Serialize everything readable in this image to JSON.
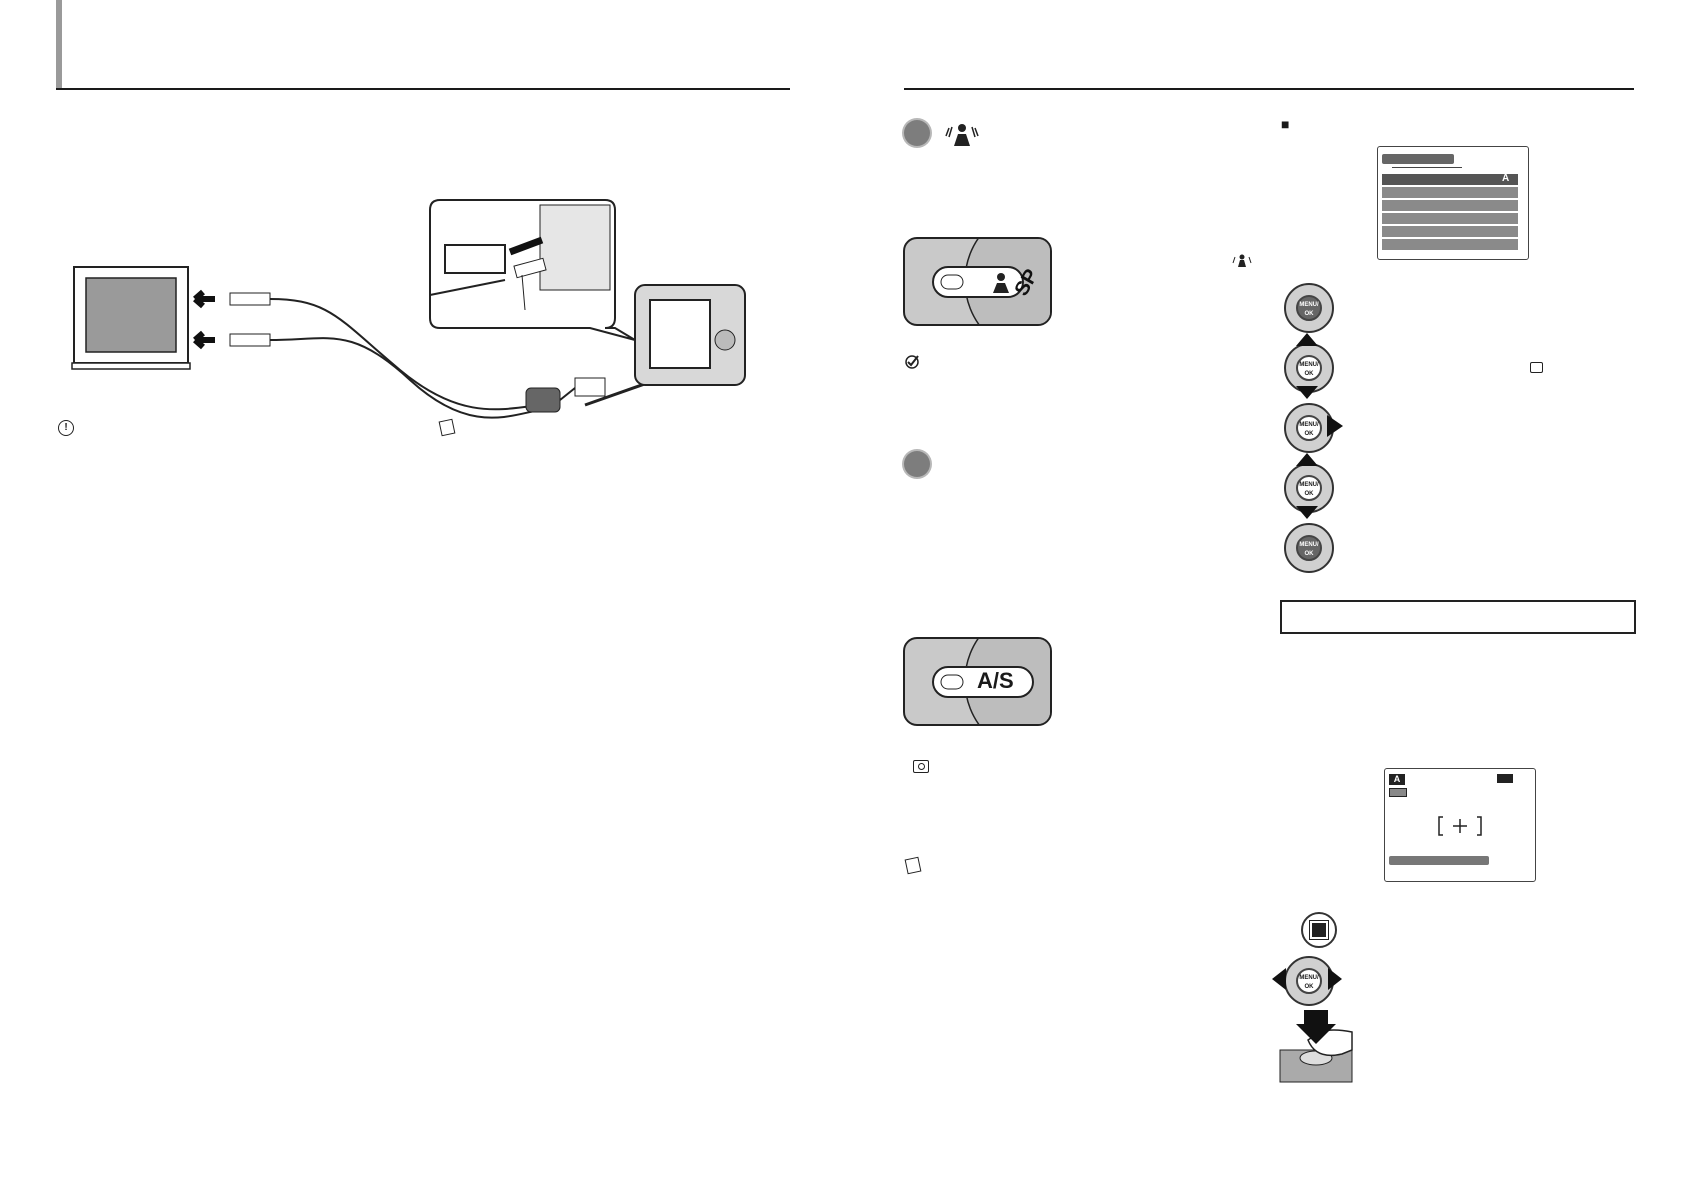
{
  "left_page": {
    "section_tab": "",
    "warning_icon": "warning-icon",
    "memo_icon": "memo-icon"
  },
  "right_page": {
    "mode1_icon": "anti-blur-mode-icon",
    "dial1_label": "",
    "mode2_dial_label": "A/S",
    "check_icon": "check-icon",
    "camera_icon": "camera-icon",
    "memo_icon": "memo-icon",
    "section_marker": "■",
    "menu_screen": {
      "top_right_value": "A"
    },
    "button_sequence": [
      {
        "label": "MENU/OK",
        "arrows": "none",
        "dark": true
      },
      {
        "label": "MENU/OK",
        "arrows": "up-down",
        "dark": false
      },
      {
        "label": "MENU/OK",
        "arrows": "right",
        "dark": false
      },
      {
        "label": "MENU/OK",
        "arrows": "up-down",
        "dark": false
      },
      {
        "label": "MENU/OK",
        "arrows": "none",
        "dark": true
      }
    ],
    "lcd_screen": {
      "mode_badge": "A"
    },
    "lower_buttons": [
      {
        "label": "MENU/OK",
        "arrows": "left-right"
      }
    ],
    "colors": {
      "rule": "#1a1a1a",
      "grey_dot": "#7d7d7d",
      "dial_bg": "#c9c9c9",
      "screen_bar": "#8a8a8a"
    }
  }
}
